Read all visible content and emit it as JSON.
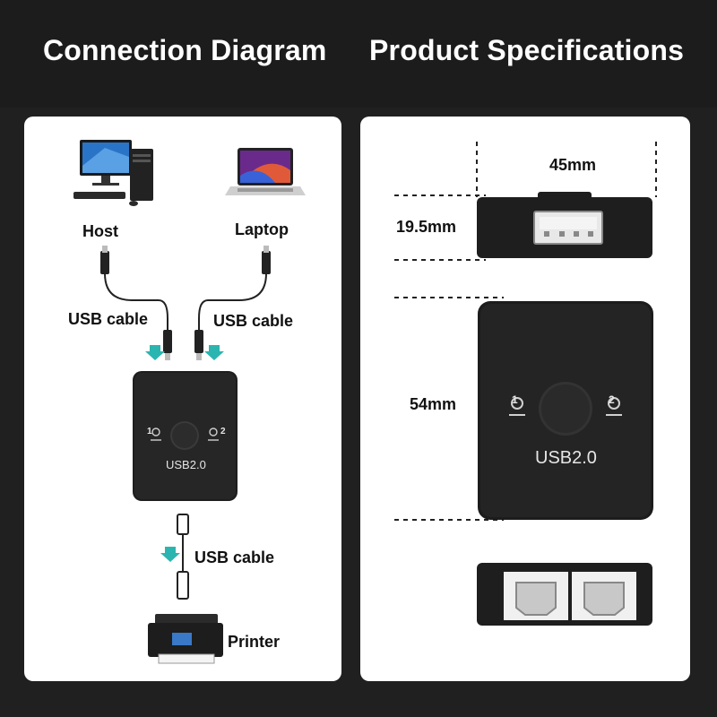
{
  "header": {
    "left_title": "Connection Diagram",
    "right_title": "Product Specifications"
  },
  "connection": {
    "host_label": "Host",
    "laptop_label": "Laptop",
    "usb_cable_left": "USB cable",
    "usb_cable_right": "USB cable",
    "usb_cable_bottom": "USB cable",
    "printer_label": "Printer",
    "switch_label": "USB2.0",
    "port_numbers": [
      "1",
      "2"
    ],
    "arrow_color": "#2bb5b0"
  },
  "specs": {
    "width": "45mm",
    "height": "19.5mm",
    "depth": "54mm",
    "switch_label": "USB2.0",
    "port_numbers": [
      "1",
      "2"
    ]
  }
}
